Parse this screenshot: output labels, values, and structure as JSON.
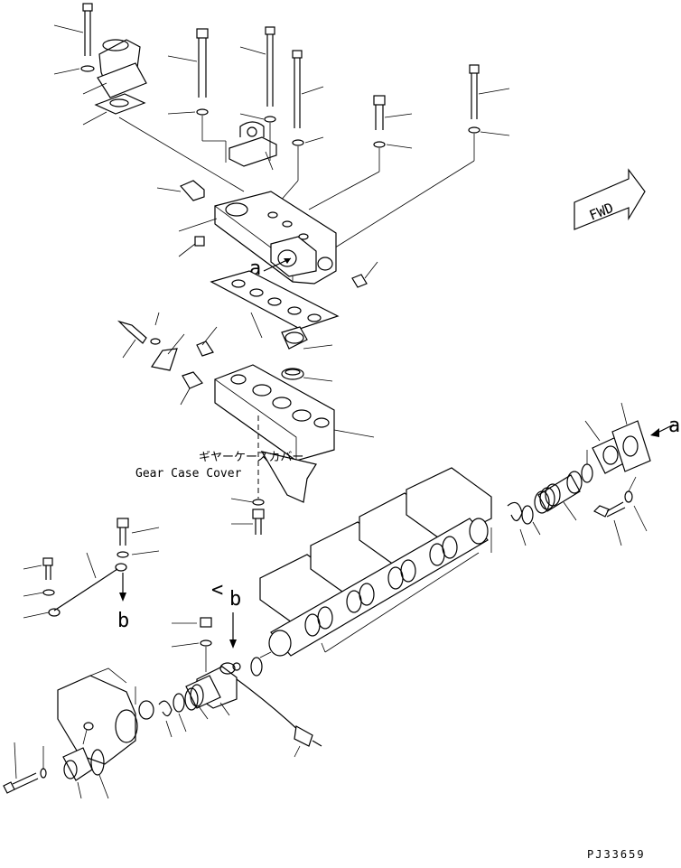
{
  "labels": {
    "jp_gear_case_cover": "ギヤーケースカバー",
    "en_gear_case_cover": "Gear Case Cover",
    "ref_a_upper": "a",
    "ref_a_right": "a",
    "ref_b_left": "b",
    "ref_b_center": "b",
    "fwd": "FWD",
    "drawing_id": "PJ33659"
  }
}
